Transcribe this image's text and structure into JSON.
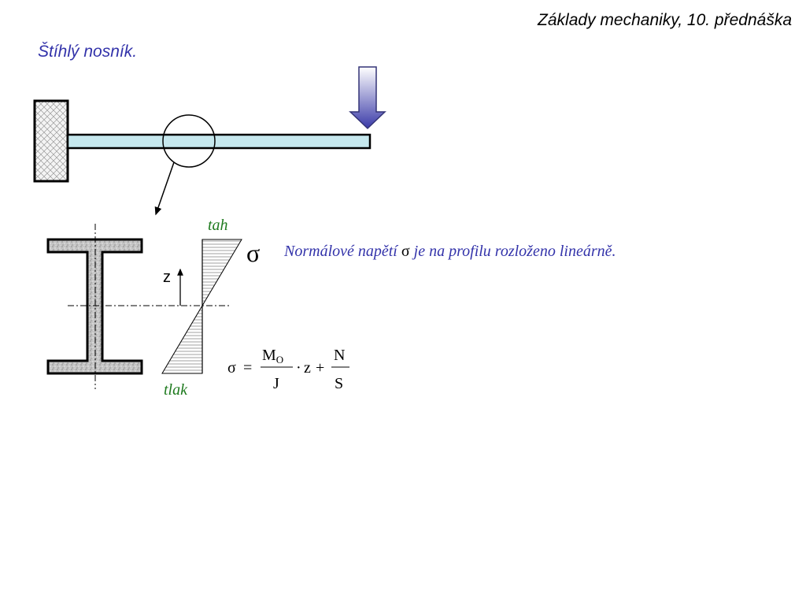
{
  "header": {
    "lecture": "Základy mechaniky, 10. přednáška"
  },
  "slide": {
    "title": "Štíhlý nosník.",
    "label_tension": "tah",
    "label_compression": "tlak",
    "axis_label": "z",
    "stress_symbol": "σ",
    "statement": {
      "before": "Normálové napětí ",
      "symbol": "σ",
      "after": " je na profilu rozloženo lineárně."
    },
    "formula": {
      "lhs": "σ",
      "eq": "=",
      "num1": "M",
      "num1_sub": "O",
      "den1": "J",
      "dot": "·",
      "z": "z",
      "plus": "+",
      "num2": "N",
      "den2": "S"
    }
  },
  "colors": {
    "title_text": "#3333aa",
    "label_green": "#1e7a1e",
    "beam_fill": "#c6e8ee",
    "arrow_top": "#ffffff",
    "arrow_bottom": "#3a3aa8",
    "wall_fill": "#f2f2f2",
    "section_fill": "#c8c8c8"
  }
}
